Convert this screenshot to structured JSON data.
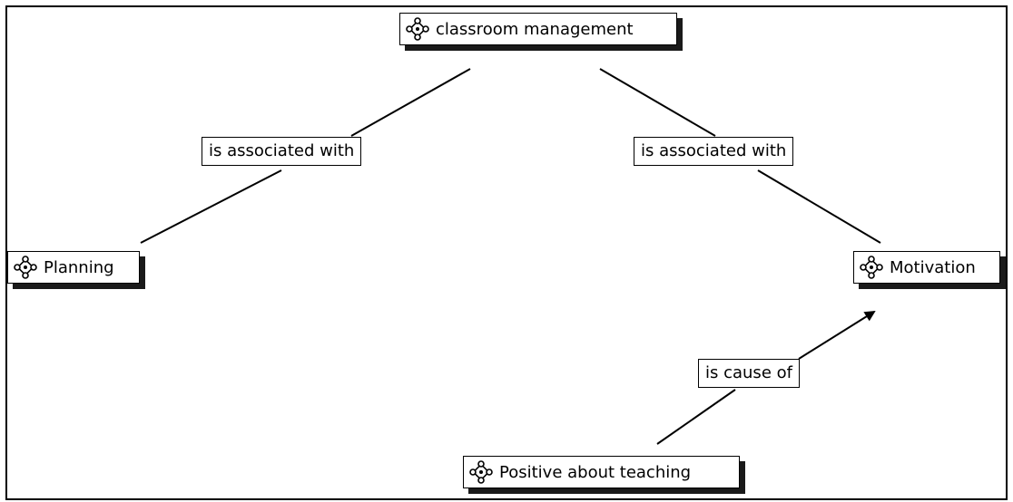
{
  "nodes": {
    "classroom": "classroom management",
    "planning": "Planning",
    "motivation": "Motivation",
    "positive": "Positive about teaching"
  },
  "links": {
    "left_label": "is associated with",
    "right_label": "is associated with",
    "cause_label": "is cause of"
  },
  "icon": "concept-icon"
}
